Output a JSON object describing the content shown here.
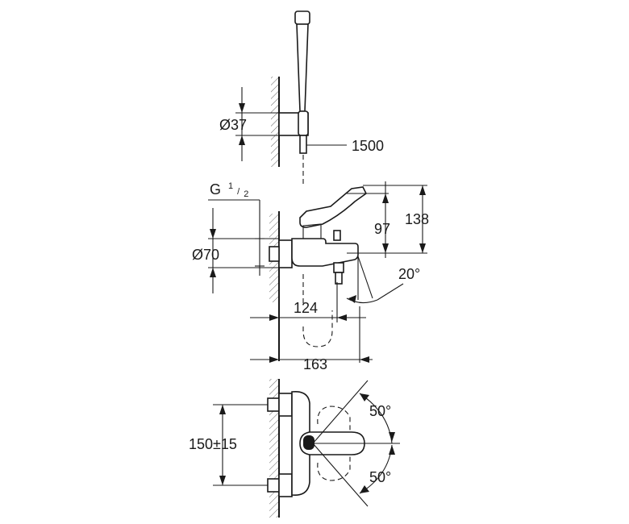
{
  "labels": {
    "dia_37": "Ø37",
    "len_1500": "1500",
    "thread_g": "G",
    "thread_num": "1",
    "thread_den": "2",
    "dia_70": "Ø70",
    "h_97": "97",
    "h_138": "138",
    "angle_20": "20°",
    "w_124": "124",
    "w_163": "163",
    "spacing": "150±15",
    "angle_50_top": "50°",
    "angle_50_bottom": "50°"
  }
}
